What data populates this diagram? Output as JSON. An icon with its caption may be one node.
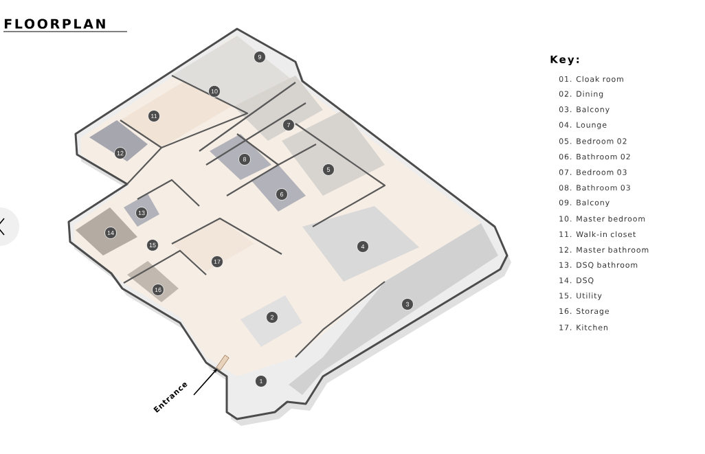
{
  "diagram": {
    "title": "FLOORPLAN",
    "nodes": [
      {
        "text": [
          "Entrance"
        ]
      },
      {
        "text": [],
        "shape": "box"
      }
    ],
    "edges": [
      {
        "from": 0,
        "to": 1,
        "arrow": "to"
      }
    ],
    "labels": [
      "9",
      "10",
      "11",
      "7",
      "12",
      "8",
      "5",
      "6",
      "13",
      "14",
      "4",
      "15",
      "17",
      "16",
      "3",
      "2",
      "1",
      "Key:",
      "01. Cloak room",
      "02. Dining",
      "03. Balcony",
      "04. Lounge",
      "05. Bedroom 02",
      "06. Bathroom 02",
      "07. Bedroom 03",
      "08. Bathroom 03",
      "09. Balcony",
      "10. Master bedroom",
      "11.  Walk-in closet",
      "12. Master bathroom",
      "13. DSQ bathroom",
      "14. DSQ",
      "15. Utility",
      "16. Storage",
      "17. Kitchen"
    ]
  }
}
